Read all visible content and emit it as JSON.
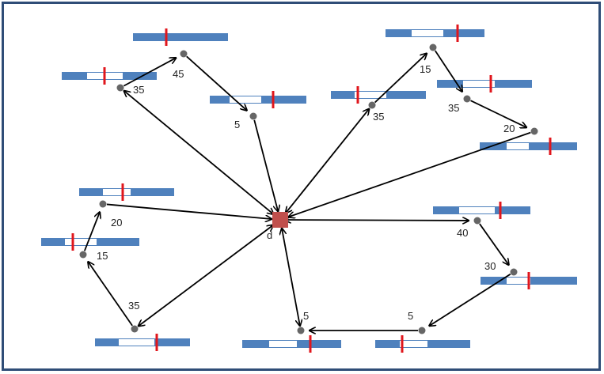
{
  "diagram": {
    "center": {
      "label": "d",
      "color": "#c0504d"
    },
    "colors": {
      "bar": "#4f81bd",
      "gap": "#ffffff",
      "marker": "#e0161c",
      "node": "#666666",
      "edge": "#000000",
      "frame": "#2f4d77"
    },
    "nodes": [
      {
        "id": "n45",
        "label": "45"
      },
      {
        "id": "n35a",
        "label": "35"
      },
      {
        "id": "n5a",
        "label": "5"
      },
      {
        "id": "n15a",
        "label": "15"
      },
      {
        "id": "n35b",
        "label": "35"
      },
      {
        "id": "n35c",
        "label": "35"
      },
      {
        "id": "n20a",
        "label": "20"
      },
      {
        "id": "n20b",
        "label": "20"
      },
      {
        "id": "n15b",
        "label": "15"
      },
      {
        "id": "n35d",
        "label": "35"
      },
      {
        "id": "n40",
        "label": "40"
      },
      {
        "id": "n30",
        "label": "30"
      },
      {
        "id": "n5b",
        "label": "5"
      },
      {
        "id": "n5c",
        "label": "5"
      }
    ]
  }
}
